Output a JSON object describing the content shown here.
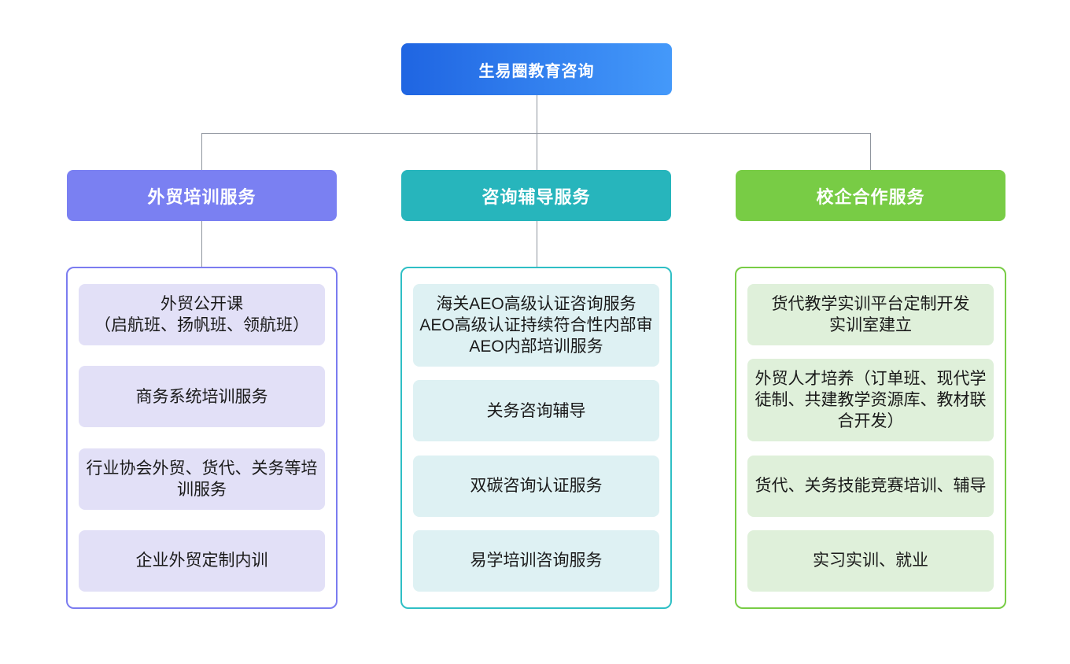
{
  "page": {
    "background": "#ffffff",
    "connector_color": "#8f959e"
  },
  "diagram": {
    "root": {
      "label": "生易圈教育咨询",
      "gradient_from": "#1f65e2",
      "gradient_to": "#4499fa",
      "text_color": "#ffffff"
    },
    "branches": [
      {
        "label": "外贸培训服务",
        "header_color": "#7a80f2",
        "border_color": "#7b7cf0",
        "item_bg": "#e2e0f7",
        "items": [
          "外贸公开课\n（启航班、扬帆班、领航班）",
          "商务系统培训服务",
          "行业协会外贸、货代、关务等培训服务",
          "企业外贸定制内训"
        ]
      },
      {
        "label": "咨询辅导服务",
        "header_color": "#27b5bc",
        "border_color": "#2fbfc5",
        "item_bg": "#def1f3",
        "items": [
          "海关AEO高级认证咨询服务\nAEO高级认证持续符合性内部审\nAEO内部培训服务",
          "关务咨询辅导",
          "双碳咨询认证服务",
          "易学培训咨询服务"
        ]
      },
      {
        "label": "校企合作服务",
        "header_color": "#78cc45",
        "border_color": "#78cc45",
        "item_bg": "#dff0da",
        "items": [
          "货代教学实训平台定制开发\n实训室建立",
          "外贸人才培养（订单班、现代学徒制、共建教学资源库、教材联合开发）",
          "货代、关务技能竞赛培训、辅导",
          "实习实训、就业"
        ]
      }
    ]
  }
}
